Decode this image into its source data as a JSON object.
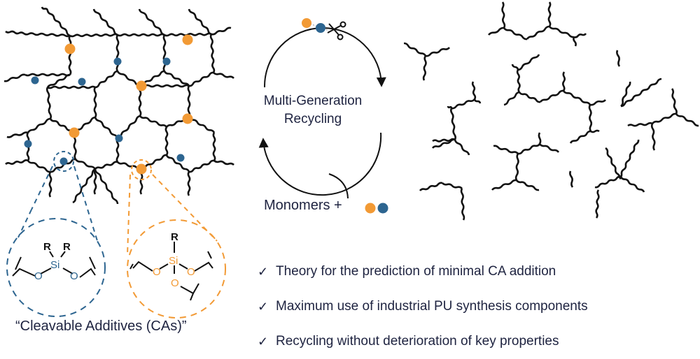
{
  "colors": {
    "orange": "#f29a35",
    "blue": "#2d6590",
    "ink": "#111111",
    "text": "#1e2340"
  },
  "cycle": {
    "title_line1": "Multi-Generation",
    "title_line2": "Recycling",
    "monomers_label": "Monomers +",
    "cleave_icon": "scissors-icon"
  },
  "callouts": {
    "blue": {
      "r1": "R",
      "r2": "R",
      "si": "Si",
      "o1": "O",
      "o2": "O",
      "type": "difunctional"
    },
    "orange": {
      "r": "R",
      "si": "Si",
      "o1": "O",
      "o2": "O",
      "o3": "O",
      "type": "trifunctional"
    }
  },
  "caption": "“Cleavable Additives (CAs)”",
  "bullets": [
    {
      "icon": "check-icon",
      "mark": "✓",
      "text": "Theory for the prediction of minimal CA addition"
    },
    {
      "icon": "check-icon",
      "mark": "✓",
      "text": "Maximum use of industrial PU synthesis components"
    },
    {
      "icon": "check-icon",
      "mark": "✓",
      "text": "Recycling without deterioration of key properties"
    }
  ]
}
